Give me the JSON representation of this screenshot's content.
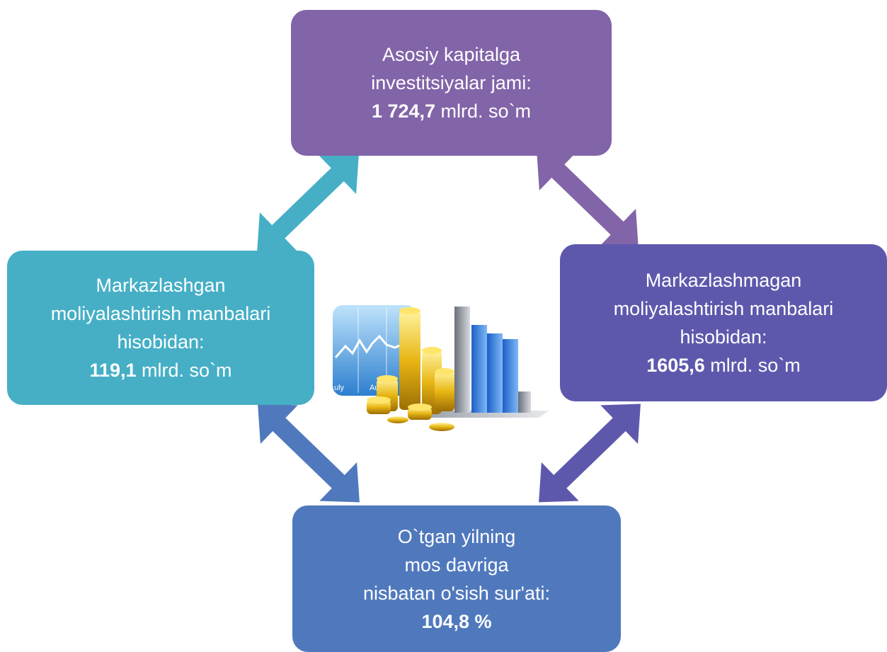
{
  "colors": {
    "top": "#8264A8",
    "left": "#46AFC6",
    "right": "#5E58AD",
    "bottom": "#5079BD",
    "arrow_top_left": "#46AFC6",
    "arrow_top_right": "#8264A8",
    "arrow_bottom_left": "#5079BD",
    "arrow_bottom_right": "#5E58AD"
  },
  "boxes": {
    "top": {
      "line1": "Asosiy kapitalga",
      "line2": "investitsiyalar jami:",
      "value": "1 724,7",
      "unit": " mlrd. so`m"
    },
    "left": {
      "line1": "Markazlashgan",
      "line2": "moliyalashtirish manbalari",
      "line3": "hisobidan:",
      "value": "119,1",
      "unit": " mlrd. so`m"
    },
    "right": {
      "line1": "Markazlashmagan",
      "line2": "moliyalashtirish manbalari",
      "line3": "hisobidan:",
      "value": "1605,6",
      "unit": " mlrd. so`m"
    },
    "bottom": {
      "line1": "O`tgan yilning",
      "line2": "mos davriga",
      "line3": "nisbatan o'sish sur'ati:",
      "value": "104,8 %"
    }
  },
  "illustration": {
    "icon": "finance-chart-coins-icon",
    "label_july": "uly",
    "label_aug": "Au"
  }
}
